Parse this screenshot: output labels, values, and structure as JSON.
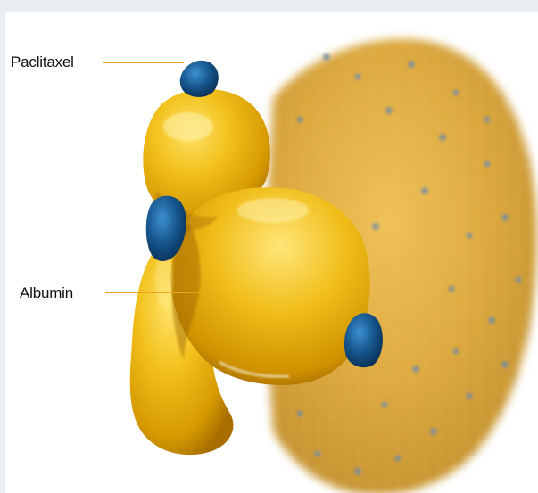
{
  "labels": {
    "paclitaxel": "Paclitaxel",
    "albumin": "Albumin"
  },
  "colors": {
    "page_background": "#e9eef2",
    "panel_background": "#ffffff",
    "albumin_yellow": "#e8b20c",
    "albumin_highlight": "#ffe36a",
    "albumin_shadow": "#a86f00",
    "paclitaxel_blue": "#16558c",
    "nanoparticle_orange": "#d9a235",
    "leader_line": "#f0a020"
  },
  "icons": {
    "nanoparticle": "albumin-nanoparticle-cluster",
    "molecule": "albumin-molecule",
    "drug": "paclitaxel-molecule"
  }
}
